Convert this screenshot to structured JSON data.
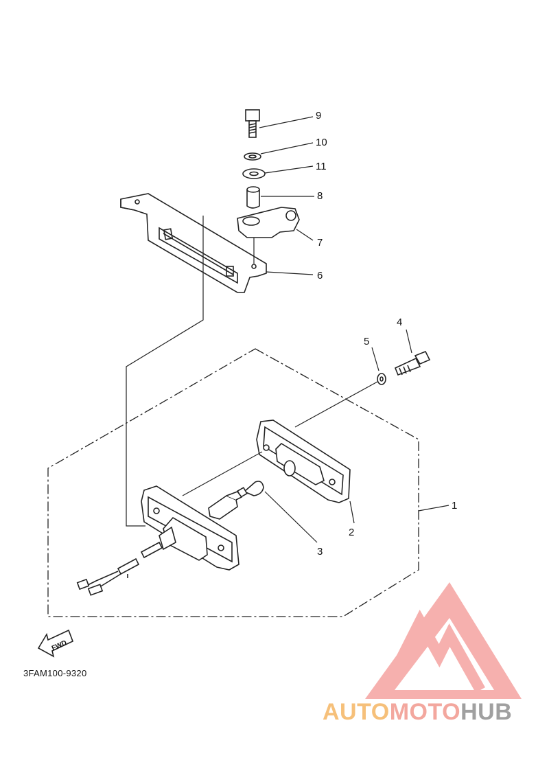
{
  "callouts": [
    {
      "id": "1",
      "label": "1"
    },
    {
      "id": "2",
      "label": "2"
    },
    {
      "id": "3",
      "label": "3"
    },
    {
      "id": "4",
      "label": "4"
    },
    {
      "id": "5",
      "label": "5"
    },
    {
      "id": "6",
      "label": "6"
    },
    {
      "id": "7",
      "label": "7"
    },
    {
      "id": "8",
      "label": "8"
    },
    {
      "id": "9",
      "label": "9"
    },
    {
      "id": "10",
      "label": "10"
    },
    {
      "id": "11",
      "label": "11"
    }
  ],
  "direction_arrow": {
    "label": "FWD"
  },
  "part_code": "3FAM100-9320",
  "logo": {
    "part1": "AUTO",
    "part2": "MOTO",
    "part3": "HUB",
    "colors": {
      "auto": "#f6c07a",
      "moto": "#f3a79e",
      "hub": "#a0a0a0",
      "mark": "#f5a3a0"
    }
  }
}
